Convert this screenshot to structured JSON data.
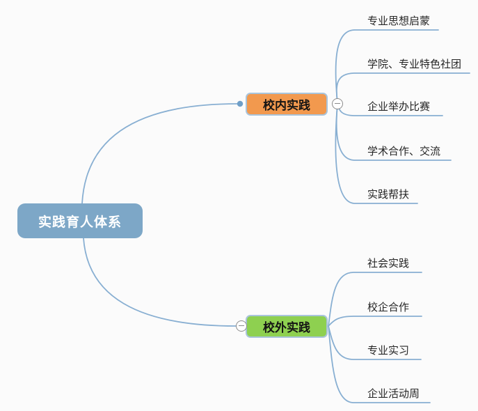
{
  "mindmap": {
    "root": {
      "label": "实践育人体系"
    },
    "branches": [
      {
        "label": "校内实践",
        "children": [
          "专业思想启蒙",
          "学院、专业特色社团",
          "企业举办比赛",
          "学术合作、交流",
          "实践帮扶"
        ]
      },
      {
        "label": "校外实践",
        "children": [
          "社会实践",
          "校企合作",
          "专业实习",
          "企业活动周"
        ]
      }
    ],
    "colors": {
      "root_fill": "#7da7c7",
      "branch_inner_fill": "#f2994e",
      "branch_outer_fill": "#8ed050",
      "node_border": "#a9c4db",
      "connector": "#88afd2",
      "collapse_icon": "#8b8b8b",
      "root_text": "#ffffff",
      "topic_text": "#262626"
    },
    "icons": {
      "collapse": "minus-circle",
      "connector_end": "dot"
    }
  }
}
